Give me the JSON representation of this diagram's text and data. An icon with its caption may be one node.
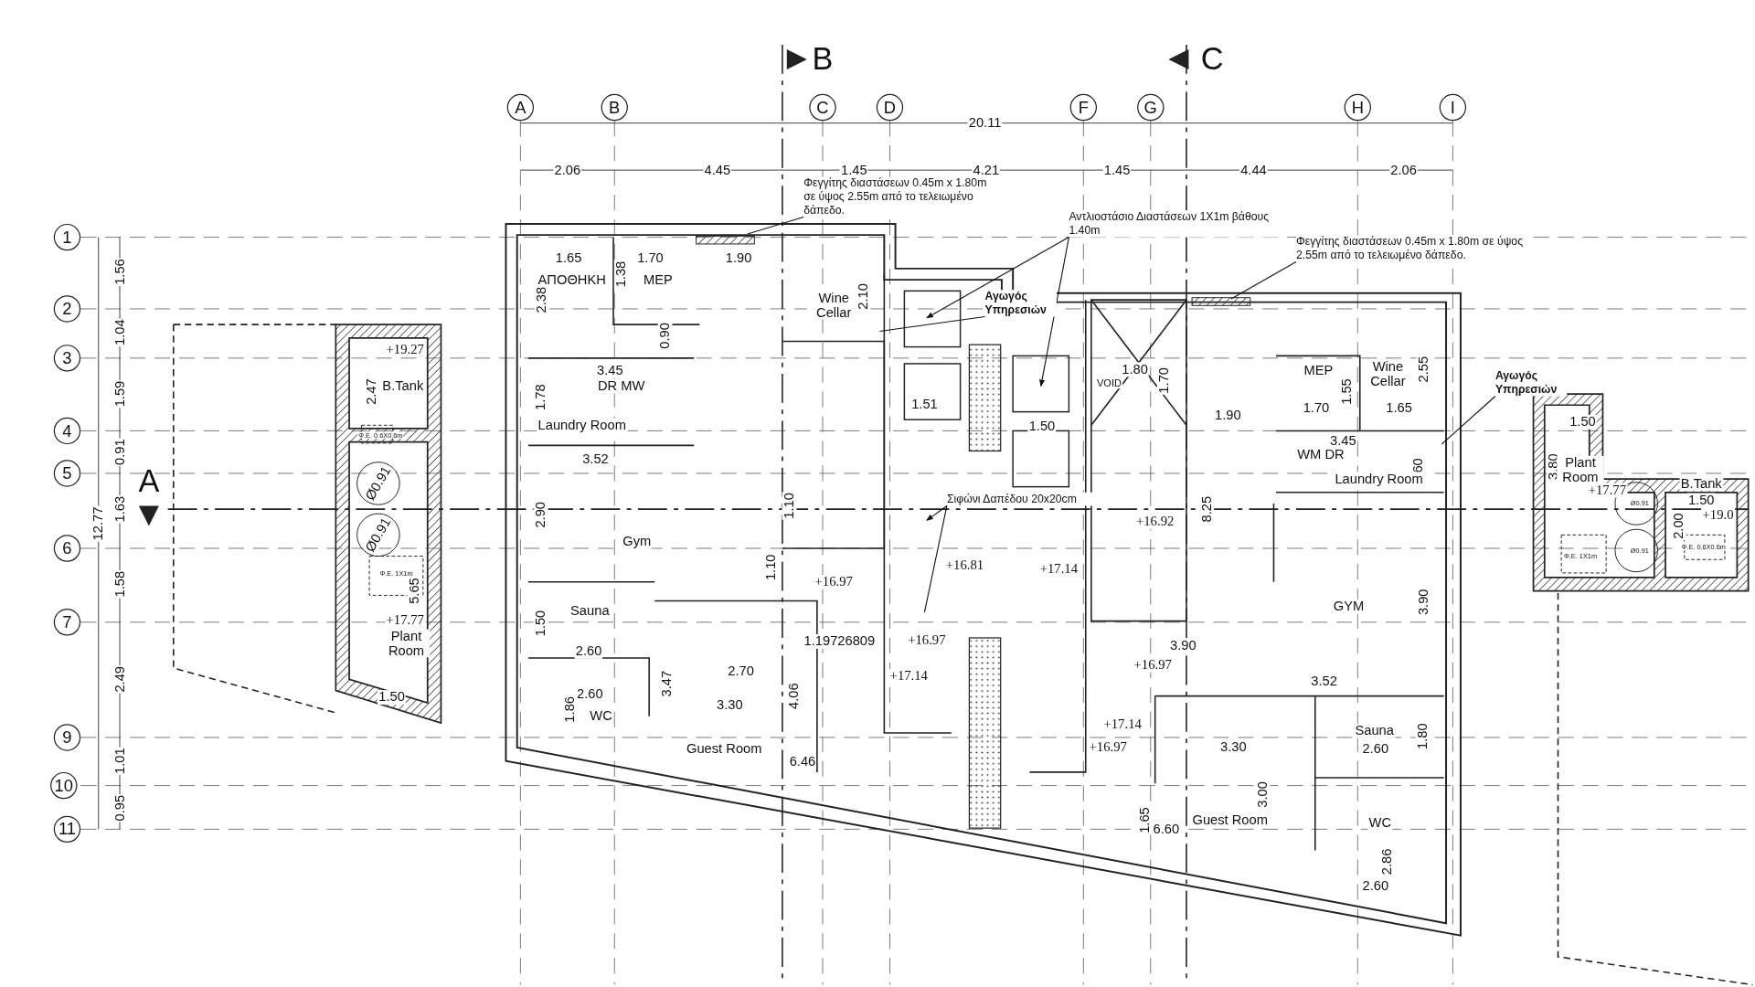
{
  "diagram": {
    "nodes": [
      {
        "text": [
          "Φεγγίτης διαστάσεων 0.45m x 1.80m σε ύψος 2.55m από το τελειωμένο δάπεδο."
        ]
      },
      {
        "text": [
          "Αντλιοστάσιο Διαστάσεων 1X1m βάθους 1.40m"
        ]
      },
      {
        "text": [
          "Αγωγός Υπηρεσιών"
        ]
      },
      {
        "text": [
          "Σιφώνι Δαπέδου 20x20cm"
        ]
      },
      {
        "text": [
          "Φεγγίτης διαστάσεων 0.45m x 1.80m σε ύψος 2.55m από το τελειωμένο δάπεδο."
        ]
      },
      {
        "text": [
          "Αγωγός Υπηρεσιών"
        ]
      }
    ],
    "edges": [
      {
        "from": 0,
        "to": null,
        "arrow": "none"
      },
      {
        "from": 1,
        "to": null,
        "arrow": "to"
      },
      {
        "from": 1,
        "to": null,
        "arrow": "to"
      },
      {
        "from": 2,
        "to": null,
        "arrow": "none"
      },
      {
        "from": 3,
        "to": null,
        "arrow": "to"
      },
      {
        "from": 3,
        "to": null,
        "arrow": "none"
      },
      {
        "from": 4,
        "to": null,
        "arrow": "none"
      },
      {
        "from": 5,
        "to": null,
        "arrow": "none"
      }
    ],
    "labels": [
      "B",
      "C",
      "A",
      "B",
      "C",
      "D",
      "F",
      "G",
      "H",
      "I",
      "20.11",
      "2.06",
      "4.45",
      "1.45",
      "4.21",
      "1.45",
      "4.44",
      "2.06",
      "1",
      "1.56",
      "2",
      "1.04",
      "3",
      "1.59",
      "4",
      "0.91",
      "5",
      "1.63",
      "12.77",
      "6",
      "1.58",
      "7",
      "2.49",
      "9",
      "1.01",
      "10",
      "0.95",
      "11",
      "A",
      "+19.27",
      "B.Tank",
      "2.47",
      "Φ.Ε. 0.6X0.6m",
      "Ø0.91",
      "Ø0.91",
      "Φ.Ε. 1X1m",
      "5.65",
      "+17.77",
      "Plant Room",
      "1.50",
      "1.65",
      "1.70",
      "1.90",
      "ΑΠΟΘΗΚΗ",
      "1.38",
      "MEP",
      "2.38",
      "Wine Cellar",
      "2.10",
      "0.90",
      "3.45",
      "DR MW",
      "1.78",
      "Laundry Room",
      "3.52",
      "2.90",
      "Gym",
      "1.10",
      "1.10",
      "+16.97",
      "Sauna",
      "1.50",
      "1.19726809",
      "+16.97",
      "2.60",
      "2.70",
      "+17.14",
      "2.60",
      "1.86",
      "3.47",
      "3.30",
      "4.06",
      "WC",
      "Guest Room",
      "6.46",
      "1.51",
      "1.50",
      "+16.81",
      "+17.14",
      "VOID",
      "1.80",
      "1.70",
      "+16.92",
      "+17.14",
      "+16.97",
      "+16.97",
      "1.90",
      "MEP",
      "1.55",
      "1.70",
      "Wine Cellar",
      "1.65",
      "2.55",
      "3.45",
      "WM DR",
      "60",
      "Laundry Room",
      "8.25",
      "GYM",
      "3.90",
      "3.90",
      "3.52",
      "Sauna",
      "3.30",
      "2.60",
      "1.80",
      "3.00",
      "Guest Room",
      "1.65",
      "6.60",
      "WC",
      "2.86",
      "2.60",
      "1.50",
      "3.80",
      "Plant Room",
      "+17.77",
      "B.Tank",
      "1.50",
      "+19.0",
      "Ø0.91",
      "Ø0.91",
      "2.00",
      "Φ.Ε. 1X1m",
      "Φ.Ε. 0.6X0.6m"
    ]
  }
}
